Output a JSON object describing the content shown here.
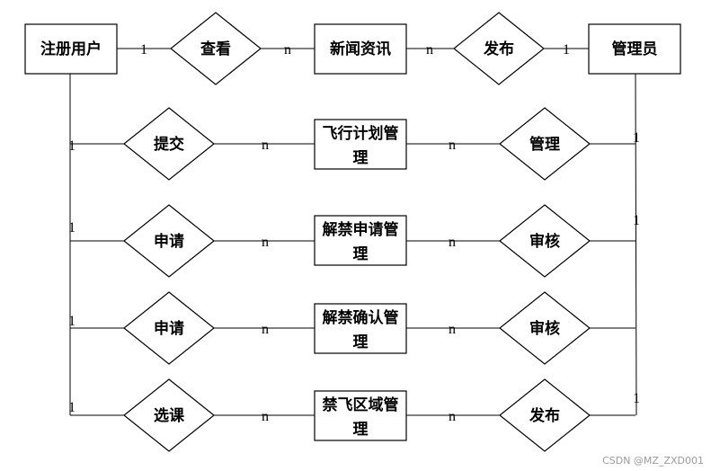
{
  "entities": {
    "registered_user": "注册用户",
    "news": "新闻资讯",
    "admin": "管理员",
    "flight_plan": [
      "飞行计划管",
      "理"
    ],
    "unban_apply": [
      "解禁申请管",
      "理"
    ],
    "unban_confirm": [
      "解禁确认管",
      "理"
    ],
    "no_fly_zone": [
      "禁飞区域管",
      "理"
    ]
  },
  "relations": {
    "view": "查看",
    "publish_top": "发布",
    "submit": "提交",
    "manage": "管理",
    "apply_1": "申请",
    "review_1": "审核",
    "apply_2": "申请",
    "review_2": "审核",
    "select_course": "选课",
    "publish_bottom": "发布"
  },
  "cardinalities": {
    "one": "1",
    "many": "n"
  },
  "watermark": "CSDN @MZ_ZXD001"
}
